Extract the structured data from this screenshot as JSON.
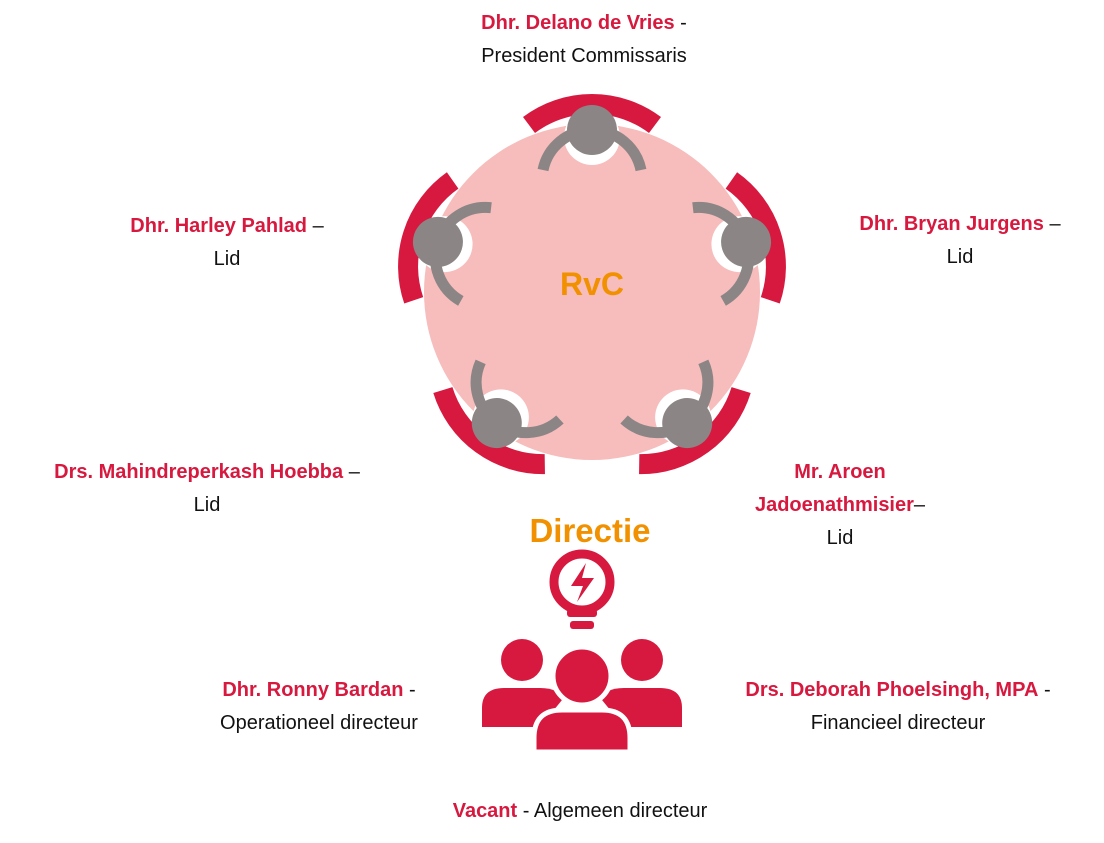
{
  "colors": {
    "accent": "#d7193f",
    "title": "#f29100",
    "table": "#f7bcbc",
    "chair": "#8b8585"
  },
  "icons": {
    "boardroom": "round-table-with-five-seats-icon",
    "directie": "lightbulb-with-team-icon"
  },
  "rvc": {
    "title": "RvC",
    "members": [
      {
        "name": "Dhr. Delano de Vries",
        "sep": " -",
        "role": "President  Commissaris"
      },
      {
        "name": "Dhr. Bryan Jurgens",
        "sep": " –",
        "role": "Lid"
      },
      {
        "name": "Mr. Aroen",
        "name2": "Jadoenathmisier",
        "sep": "–",
        "role": "Lid"
      },
      {
        "name": "Drs. Mahindreperkash Hoebba",
        "sep": " –",
        "role": "Lid"
      },
      {
        "name": "Dhr. Harley Pahlad",
        "sep": " –",
        "role": "Lid"
      }
    ]
  },
  "directie": {
    "title": "Directie",
    "members": [
      {
        "name": "Dhr. Ronny Bardan",
        "sep": " -",
        "role": "Operationeel directeur"
      },
      {
        "name": "Drs. Deborah Phoelsingh, MPA",
        "sep": " -",
        "role": "Financieel directeur"
      },
      {
        "name": "Vacant",
        "sep": " - Algemeen directeur"
      }
    ]
  }
}
